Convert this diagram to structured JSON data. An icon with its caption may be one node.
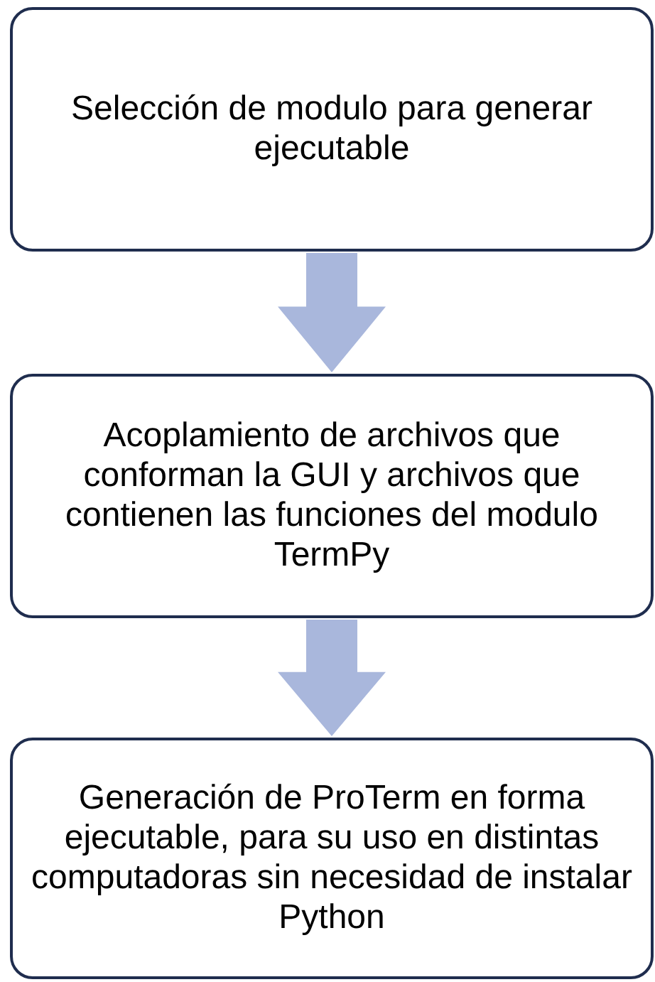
{
  "diagram": {
    "nodes": [
      {
        "text": [
          "Selección de modulo para generar ejecutable"
        ]
      },
      {
        "text": [
          "Acoplamiento de archivos que conforman la GUI y archivos que contienen las funciones del modulo TermPy"
        ]
      },
      {
        "text": [
          "Generación de ProTerm en forma ejecutable, para su uso en distintas computadoras sin necesidad de instalar Python"
        ]
      }
    ],
    "edges": [
      {
        "from": 0,
        "to": 1,
        "arrow": "to"
      },
      {
        "from": 1,
        "to": 2,
        "arrow": "to"
      }
    ]
  }
}
